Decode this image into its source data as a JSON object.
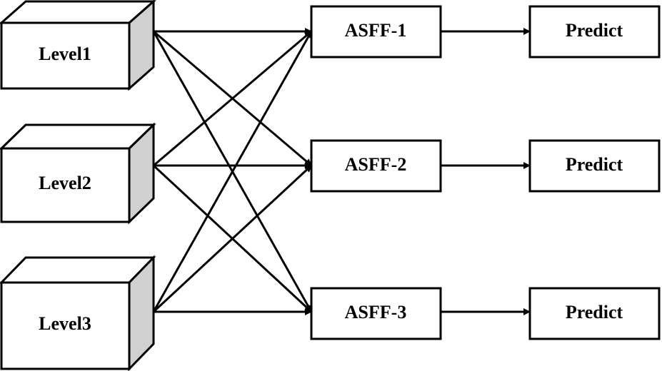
{
  "levels": [
    {
      "id": "level1",
      "label": "Level1"
    },
    {
      "id": "level2",
      "label": "Level2"
    },
    {
      "id": "level3",
      "label": "Level3"
    }
  ],
  "asff": [
    {
      "id": "asff1",
      "label": "ASFF-1"
    },
    {
      "id": "asff2",
      "label": "ASFF-2"
    },
    {
      "id": "asff3",
      "label": "ASFF-3"
    }
  ],
  "predict": [
    {
      "id": "predict1",
      "label": "Predict"
    },
    {
      "id": "predict2",
      "label": "Predict"
    },
    {
      "id": "predict3",
      "label": "Predict"
    }
  ],
  "edges": [
    {
      "from": "level1",
      "to": "asff1"
    },
    {
      "from": "level1",
      "to": "asff2"
    },
    {
      "from": "level1",
      "to": "asff3"
    },
    {
      "from": "level2",
      "to": "asff1"
    },
    {
      "from": "level2",
      "to": "asff2"
    },
    {
      "from": "level2",
      "to": "asff3"
    },
    {
      "from": "level3",
      "to": "asff1"
    },
    {
      "from": "level3",
      "to": "asff2"
    },
    {
      "from": "level3",
      "to": "asff3"
    },
    {
      "from": "asff1",
      "to": "predict1"
    },
    {
      "from": "asff2",
      "to": "predict2"
    },
    {
      "from": "asff3",
      "to": "predict3"
    }
  ]
}
